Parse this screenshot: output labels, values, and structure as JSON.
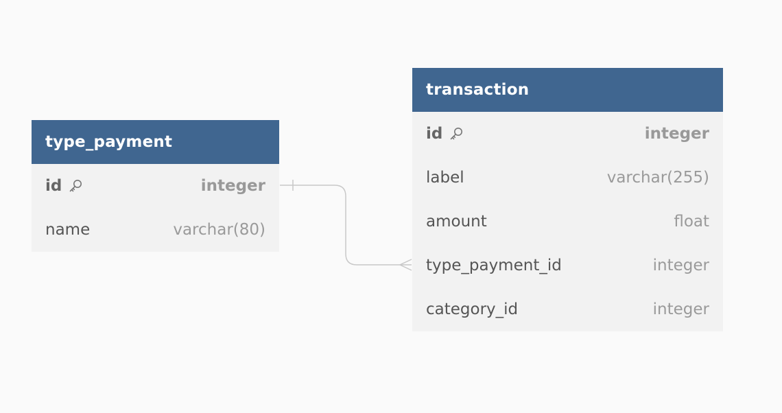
{
  "tables": [
    {
      "name": "type_payment",
      "columns": [
        {
          "name": "id",
          "type": "integer",
          "primary_key": true,
          "icon": "key-icon"
        },
        {
          "name": "name",
          "type": "varchar(80)",
          "primary_key": false
        }
      ]
    },
    {
      "name": "transaction",
      "columns": [
        {
          "name": "id",
          "type": "integer",
          "primary_key": true,
          "icon": "key-icon"
        },
        {
          "name": "label",
          "type": "varchar(255)",
          "primary_key": false
        },
        {
          "name": "amount",
          "type": "float",
          "primary_key": false
        },
        {
          "name": "type_payment_id",
          "type": "integer",
          "primary_key": false
        },
        {
          "name": "category_id",
          "type": "integer",
          "primary_key": false
        }
      ]
    }
  ],
  "relationships": [
    {
      "from": "type_payment.id",
      "to": "transaction.type_payment_id",
      "from_end": "one",
      "to_end": "many"
    }
  ],
  "colors": {
    "background": "#fafafa",
    "header": "#406690",
    "body": "#f2f2f2",
    "connector": "#c8c8c8"
  }
}
